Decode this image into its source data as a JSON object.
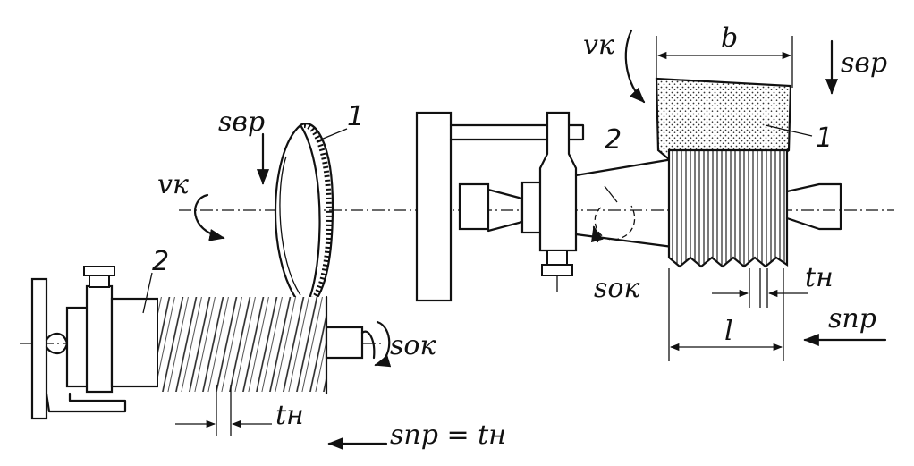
{
  "left": {
    "s_vr": "sвр",
    "v_k": "vк",
    "part1": "1",
    "part2": "2",
    "s_ok": "sок",
    "t_n": "tн",
    "s_pr_eq": "sпр = tн"
  },
  "right": {
    "v_k": "vк",
    "b": "b",
    "s_vr": "sвр",
    "part1": "1",
    "part2": "2",
    "s_ok": "sок",
    "t_n": "tн",
    "l": "l",
    "s_pr": "sпр"
  }
}
